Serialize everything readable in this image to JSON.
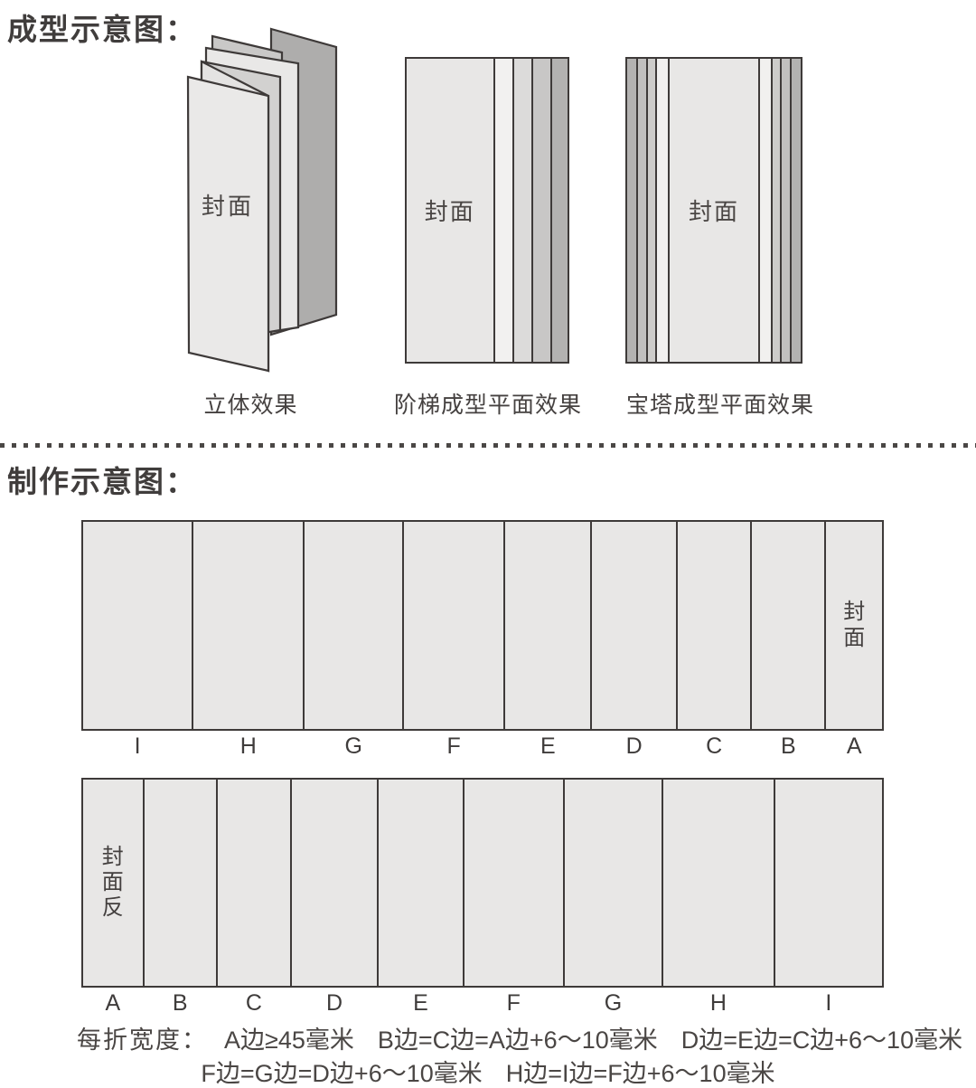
{
  "forming": {
    "title": "成型示意图：",
    "figures": [
      {
        "caption": "立体效果",
        "cover_label": "封面"
      },
      {
        "caption": "阶梯成型平面效果",
        "cover_label": "封面"
      },
      {
        "caption": "宝塔成型平面效果",
        "cover_label": "封面"
      }
    ]
  },
  "production": {
    "title": "制作示意图：",
    "strip_top": {
      "cover_label": "封面",
      "panels": [
        "I",
        "H",
        "G",
        "F",
        "E",
        "D",
        "C",
        "B",
        "A"
      ]
    },
    "strip_bottom": {
      "cover_label": "封面反",
      "panels": [
        "A",
        "B",
        "C",
        "D",
        "E",
        "F",
        "G",
        "H",
        "I"
      ]
    },
    "fold_width_note": {
      "prefix": "每折宽度：",
      "rules_line1": [
        "A边≥45毫米",
        "B边=C边=A边+6～10毫米",
        "D边=E边=C边+6～10毫米"
      ],
      "rules_line2": [
        "F边=G边=D边+6～10毫米",
        "H边=I边=F边+6～10毫米"
      ]
    }
  },
  "colors": {
    "line": "#3e3a39",
    "panel_fill": "#e8e7e6",
    "text": "#433f3e",
    "back_page": "#aeadac"
  }
}
